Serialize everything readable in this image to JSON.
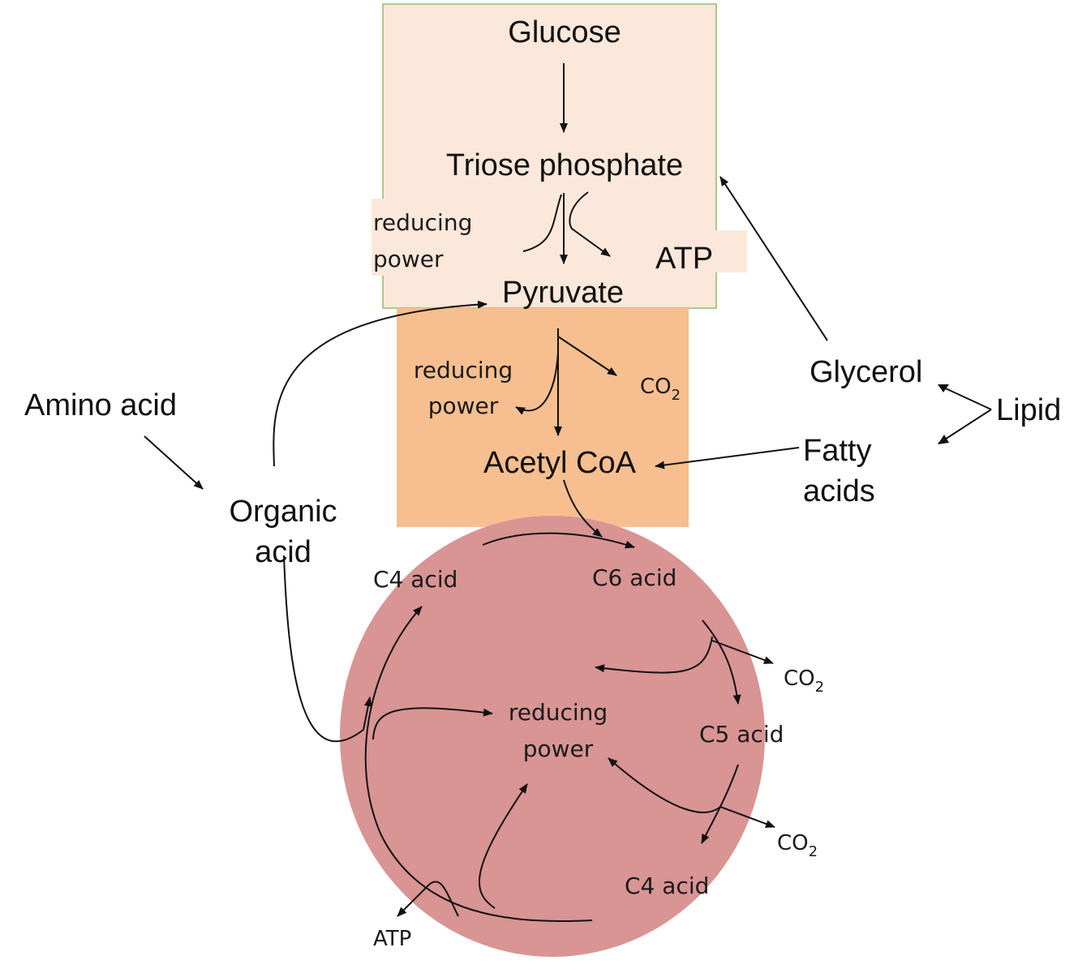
{
  "colors": {
    "glycolysis_box": "#fce8da",
    "glycolysis_border": "#a9c98a",
    "link_box": "#f7bf8f",
    "krebs_circle": "#d99494",
    "line": "#111111"
  },
  "labels": {
    "glucose": "Glucose",
    "triose_phosphate": "Triose phosphate",
    "reducing_1": "reducing",
    "power_1": "power",
    "atp_top": "ATP",
    "pyruvate": "Pyruvate",
    "reducing_2": "reducing",
    "power_2": "power",
    "co2_1": "CO",
    "sub2": "2",
    "acetyl_coa": "Acetyl CoA",
    "amino_acid": "Amino acid",
    "organic": "Organic",
    "acid": "acid",
    "glycerol": "Glycerol",
    "lipid": "Lipid",
    "fatty": "Fatty",
    "acids": "acids",
    "c4_acid_top": "C4 acid",
    "c6_acid": "C6 acid",
    "co2_2": "CO",
    "c5_acid": "C5 acid",
    "reducing_3": "reducing",
    "power_3": "power",
    "co2_3": "CO",
    "c4_acid_bottom": "C4 acid",
    "atp_bottom": "ATP"
  }
}
